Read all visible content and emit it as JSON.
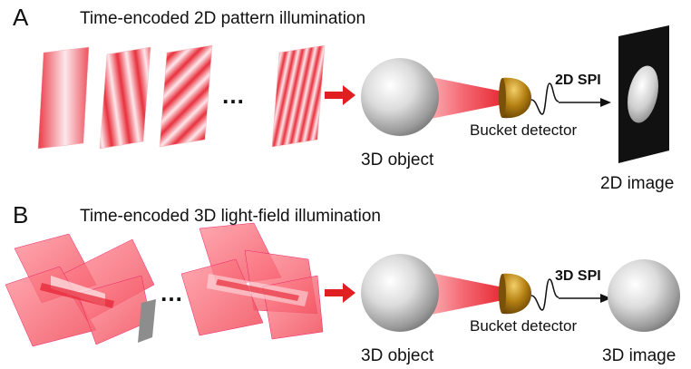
{
  "panel_a": {
    "letter": "A",
    "title": "Time-encoded 2D pattern illumination",
    "ellipsis": "…",
    "object_label": "3D object",
    "detector_label": "Bucket detector",
    "method_label": "2D SPI",
    "result_label": "2D image"
  },
  "panel_b": {
    "letter": "B",
    "title": "Time-encoded 3D light-field illumination",
    "ellipsis": "…",
    "object_label": "3D object",
    "detector_label": "Bucket detector",
    "method_label": "3D SPI",
    "result_label": "3D image"
  },
  "colors": {
    "pattern_red": "#e8303c",
    "arrow_red": "#e02020",
    "detector_gold": "#b07a10",
    "screen_black": "#111111"
  }
}
